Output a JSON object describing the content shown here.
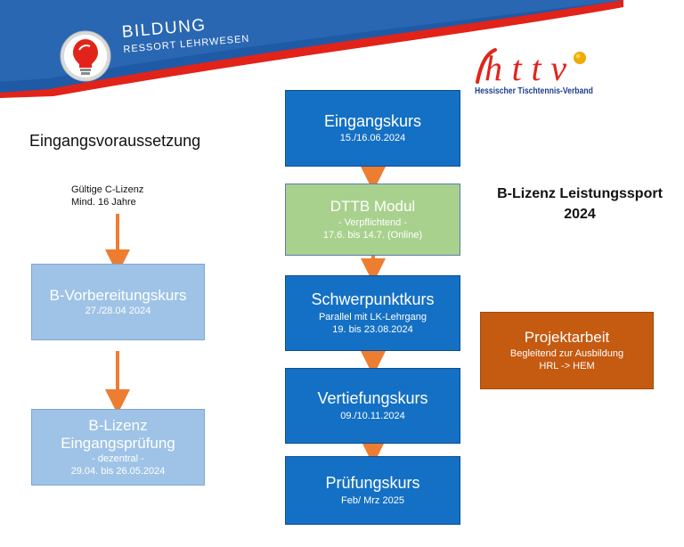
{
  "header": {
    "brand_title": "BILDUNG",
    "brand_subtitle": "RESSORT LEHRWESEN",
    "partner_logo_text": "httv",
    "partner_name": "Hessischer Tischtennis-Verband"
  },
  "colors": {
    "banner_blue": "#1f5aa6",
    "banner_red": "#e2231a",
    "box_dark_blue": "#1470c4",
    "box_light_blue": "#9fc3e6",
    "box_green": "#a9d18e",
    "box_orange": "#c55a11",
    "arrow": "#ed7d31"
  },
  "left": {
    "heading": "Eingangsvoraussetzung",
    "prereq_line1": "Gültige C-Lizenz",
    "prereq_line2": "Mind. 16 Jahre",
    "box1": {
      "title": "B-Vorbereitungskurs",
      "line1": "27./28.04 2024"
    },
    "box2": {
      "title1": "B-Lizenz",
      "title2": "Eingangsprüfung",
      "line1": "- dezentral -",
      "line2": "29.04. bis 26.05.2024"
    }
  },
  "center": {
    "box1": {
      "title": "Eingangskurs",
      "line1": "15./16.06.2024"
    },
    "box2": {
      "title": "DTTB Modul",
      "line1": "- Verpflichtend -",
      "line2": "17.6. bis 14.7. (Online)"
    },
    "box3": {
      "title": "Schwerpunktkurs",
      "line1": "Parallel mit LK-Lehrgang",
      "line2": "19. bis 23.08.2024"
    },
    "box4": {
      "title": "Vertiefungskurs",
      "line1": "09./10.11.2024"
    },
    "box5": {
      "title": "Prüfungskurs",
      "line1": "Feb/ Mrz 2025"
    }
  },
  "right": {
    "heading_line1": "B-Lizenz Leistungssport",
    "heading_line2": "2024",
    "box": {
      "title": "Projektarbeit",
      "line1": "Begleitend zur Ausbildung",
      "line2": "HRL -> HEM"
    }
  }
}
